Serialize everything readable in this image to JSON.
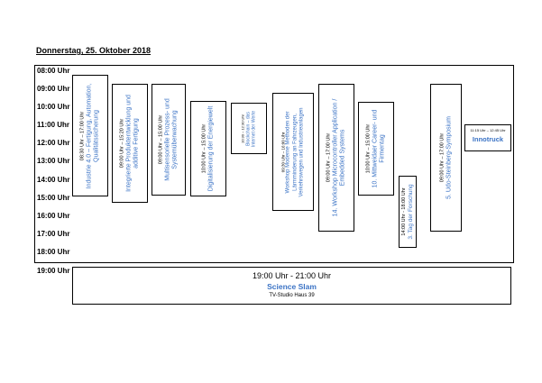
{
  "page_title": "Donnerstag, 25. Oktober 2018",
  "times": [
    "08:00 Uhr",
    "09:00 Uhr",
    "10:00 Uhr",
    "11:00 Uhr",
    "12:00 Uhr",
    "13:00 Uhr",
    "14:00 Uhr",
    "15:00 Uhr",
    "16:00 Uhr",
    "17:00 Uhr",
    "18:00 Uhr"
  ],
  "evening_time": "19:00 Uhr",
  "events": [
    {
      "time": "08:30 Uhr – 17:00 Uhr",
      "name": "Industrie 4.0 – Fertigung, Automation, Qualitätssicherung"
    },
    {
      "time": "09:00 Uhr – 15:20 Uhr",
      "name": "Integrierte Produktentwicklung und additive Fertigung"
    },
    {
      "time": "09:00 Uhr – 15:00 Uhr",
      "name": "Multisensorielle Prozess- und Systemüberwachung"
    },
    {
      "time": "10:00 Uhr – 15:00 Uhr",
      "name": "Digitalisierung der Energiewelt"
    },
    {
      "time": "10:30 – 12:30 Uhr",
      "name": "Blockchain – das Internet der Werte"
    },
    {
      "time": "09:30 Uhr – 16:00 Uhr",
      "name": "Workshop Moderne Methoden der Lärmminderung an Fahrzeugen, Verkehrswegen und Industrieanlagen"
    },
    {
      "time": "09:00 Uhr – 17:00 Uhr",
      "name": "14. Workshop Microcontroller Application / Embedded Systems"
    },
    {
      "time": "10:00 Uhr – 15:00 Uhr",
      "name": "10. Mittweidaer Career- und Firmentag"
    },
    {
      "time": "14:00 Uhr - 18:00 Uhr",
      "name": "3. Tag der Forschung"
    },
    {
      "time": "09:00 Uhr – 17:00 Uhr",
      "name": "5. Udo-Steinberg-Symposium"
    },
    {
      "time": "11:15 Uhr – 12:45 Uhr",
      "name": "Innotruck"
    }
  ],
  "evening_event": {
    "time": "19:00 Uhr  - 21:00 Uhr",
    "name": "Science Slam",
    "location": "TV-Studio Haus 39"
  }
}
